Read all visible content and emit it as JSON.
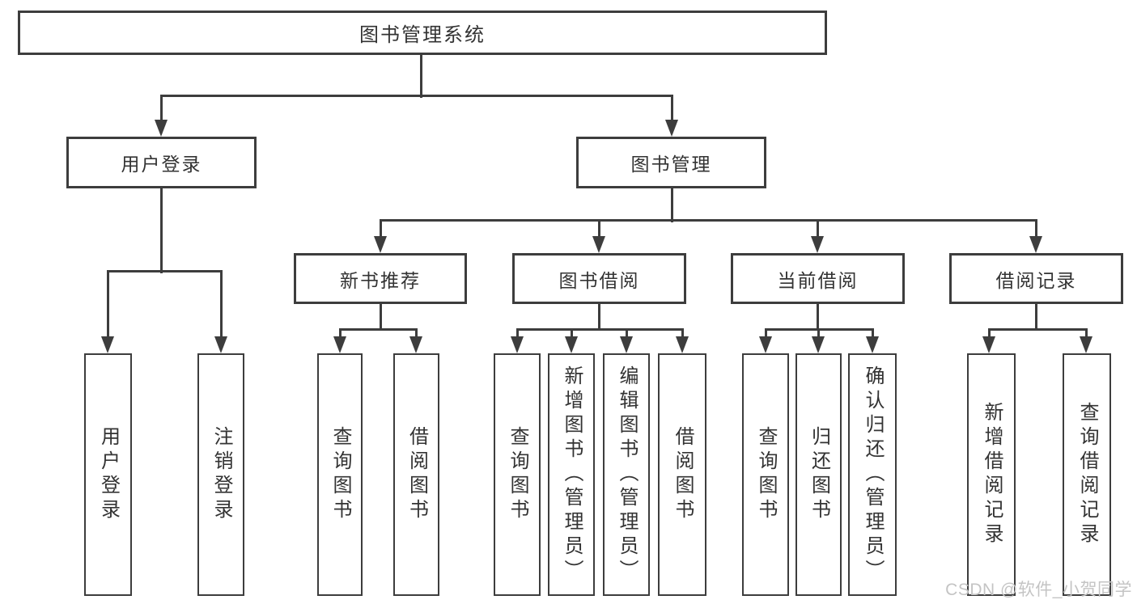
{
  "diagram": {
    "type": "hierarchy-diagram",
    "title": "图书管理系统",
    "watermark": {
      "text": "CSDN @软件_小贺同学"
    },
    "colors": {
      "line": "#3d3d3d",
      "text": "#333333",
      "box_background": "#ffffff",
      "watermark": "#c4c4c4"
    },
    "nodes": [
      {
        "id": "root",
        "label": "图书管理系统",
        "level": 1,
        "parent": null
      },
      {
        "id": "user-login",
        "label": "用户登录",
        "level": 2,
        "parent": "root"
      },
      {
        "id": "book-mgmt",
        "label": "图书管理",
        "level": 2,
        "parent": "root"
      },
      {
        "id": "new-book-rec",
        "label": "新书推荐",
        "level": 3,
        "parent": "book-mgmt"
      },
      {
        "id": "book-borrow",
        "label": "图书借阅",
        "level": 3,
        "parent": "book-mgmt"
      },
      {
        "id": "current-borrow",
        "label": "当前借阅",
        "level": 3,
        "parent": "book-mgmt"
      },
      {
        "id": "borrow-records",
        "label": "借阅记录",
        "level": 3,
        "parent": "book-mgmt"
      },
      {
        "id": "leaf-user-login",
        "label": "用户登录",
        "level": 4,
        "parent": "user-login"
      },
      {
        "id": "leaf-logout",
        "label": "注销登录",
        "level": 4,
        "parent": "user-login"
      },
      {
        "id": "leaf-query-book-1",
        "label": "查询图书",
        "level": 4,
        "parent": "new-book-rec"
      },
      {
        "id": "leaf-borrow-book-1",
        "label": "借阅图书",
        "level": 4,
        "parent": "new-book-rec"
      },
      {
        "id": "leaf-query-book-2",
        "label": "查询图书",
        "level": 4,
        "parent": "book-borrow"
      },
      {
        "id": "leaf-add-book",
        "label": "新增图书（管理员）",
        "level": 4,
        "parent": "book-borrow"
      },
      {
        "id": "leaf-edit-book",
        "label": "编辑图书（管理员）",
        "level": 4,
        "parent": "book-borrow"
      },
      {
        "id": "leaf-borrow-book-2",
        "label": "借阅图书",
        "level": 4,
        "parent": "book-borrow"
      },
      {
        "id": "leaf-query-book-3",
        "label": "查询图书",
        "level": 4,
        "parent": "current-borrow"
      },
      {
        "id": "leaf-return-book",
        "label": "归还图书",
        "level": 4,
        "parent": "current-borrow"
      },
      {
        "id": "leaf-confirm-return",
        "label": "确认归还（管理员）",
        "level": 4,
        "parent": "current-borrow"
      },
      {
        "id": "leaf-add-record",
        "label": "新增借阅记录",
        "level": 4,
        "parent": "borrow-records"
      },
      {
        "id": "leaf-query-record",
        "label": "查询借阅记录",
        "level": 4,
        "parent": "borrow-records"
      }
    ]
  }
}
